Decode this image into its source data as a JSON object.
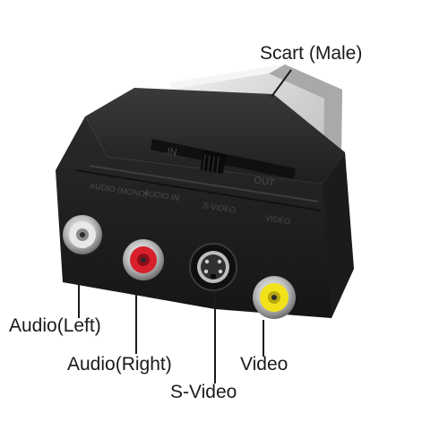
{
  "image": {
    "subject": "scart-to-rca-adapter",
    "colors": {
      "body": "#1d1d1d",
      "scart_plug": "#d2d2d2",
      "audio_left_jack": "#e8e8e8",
      "audio_right_jack": "#d8202c",
      "video_jack": "#f2e21a",
      "leader_lines": "#1a1a1a"
    }
  },
  "adapter_markings": {
    "switch_in": "IN",
    "switch_out": "OUT",
    "audio_mono": "AUDIO (MONO)",
    "audio_in": "AUDIO IN",
    "s_video": "S-VIDEO",
    "video": "VIDEO"
  },
  "labels": {
    "scart": "Scart (Male)",
    "audio_left": "Audio(Left)",
    "audio_right": "Audio(Right)",
    "video": "Video",
    "s_video": "S-Video"
  }
}
